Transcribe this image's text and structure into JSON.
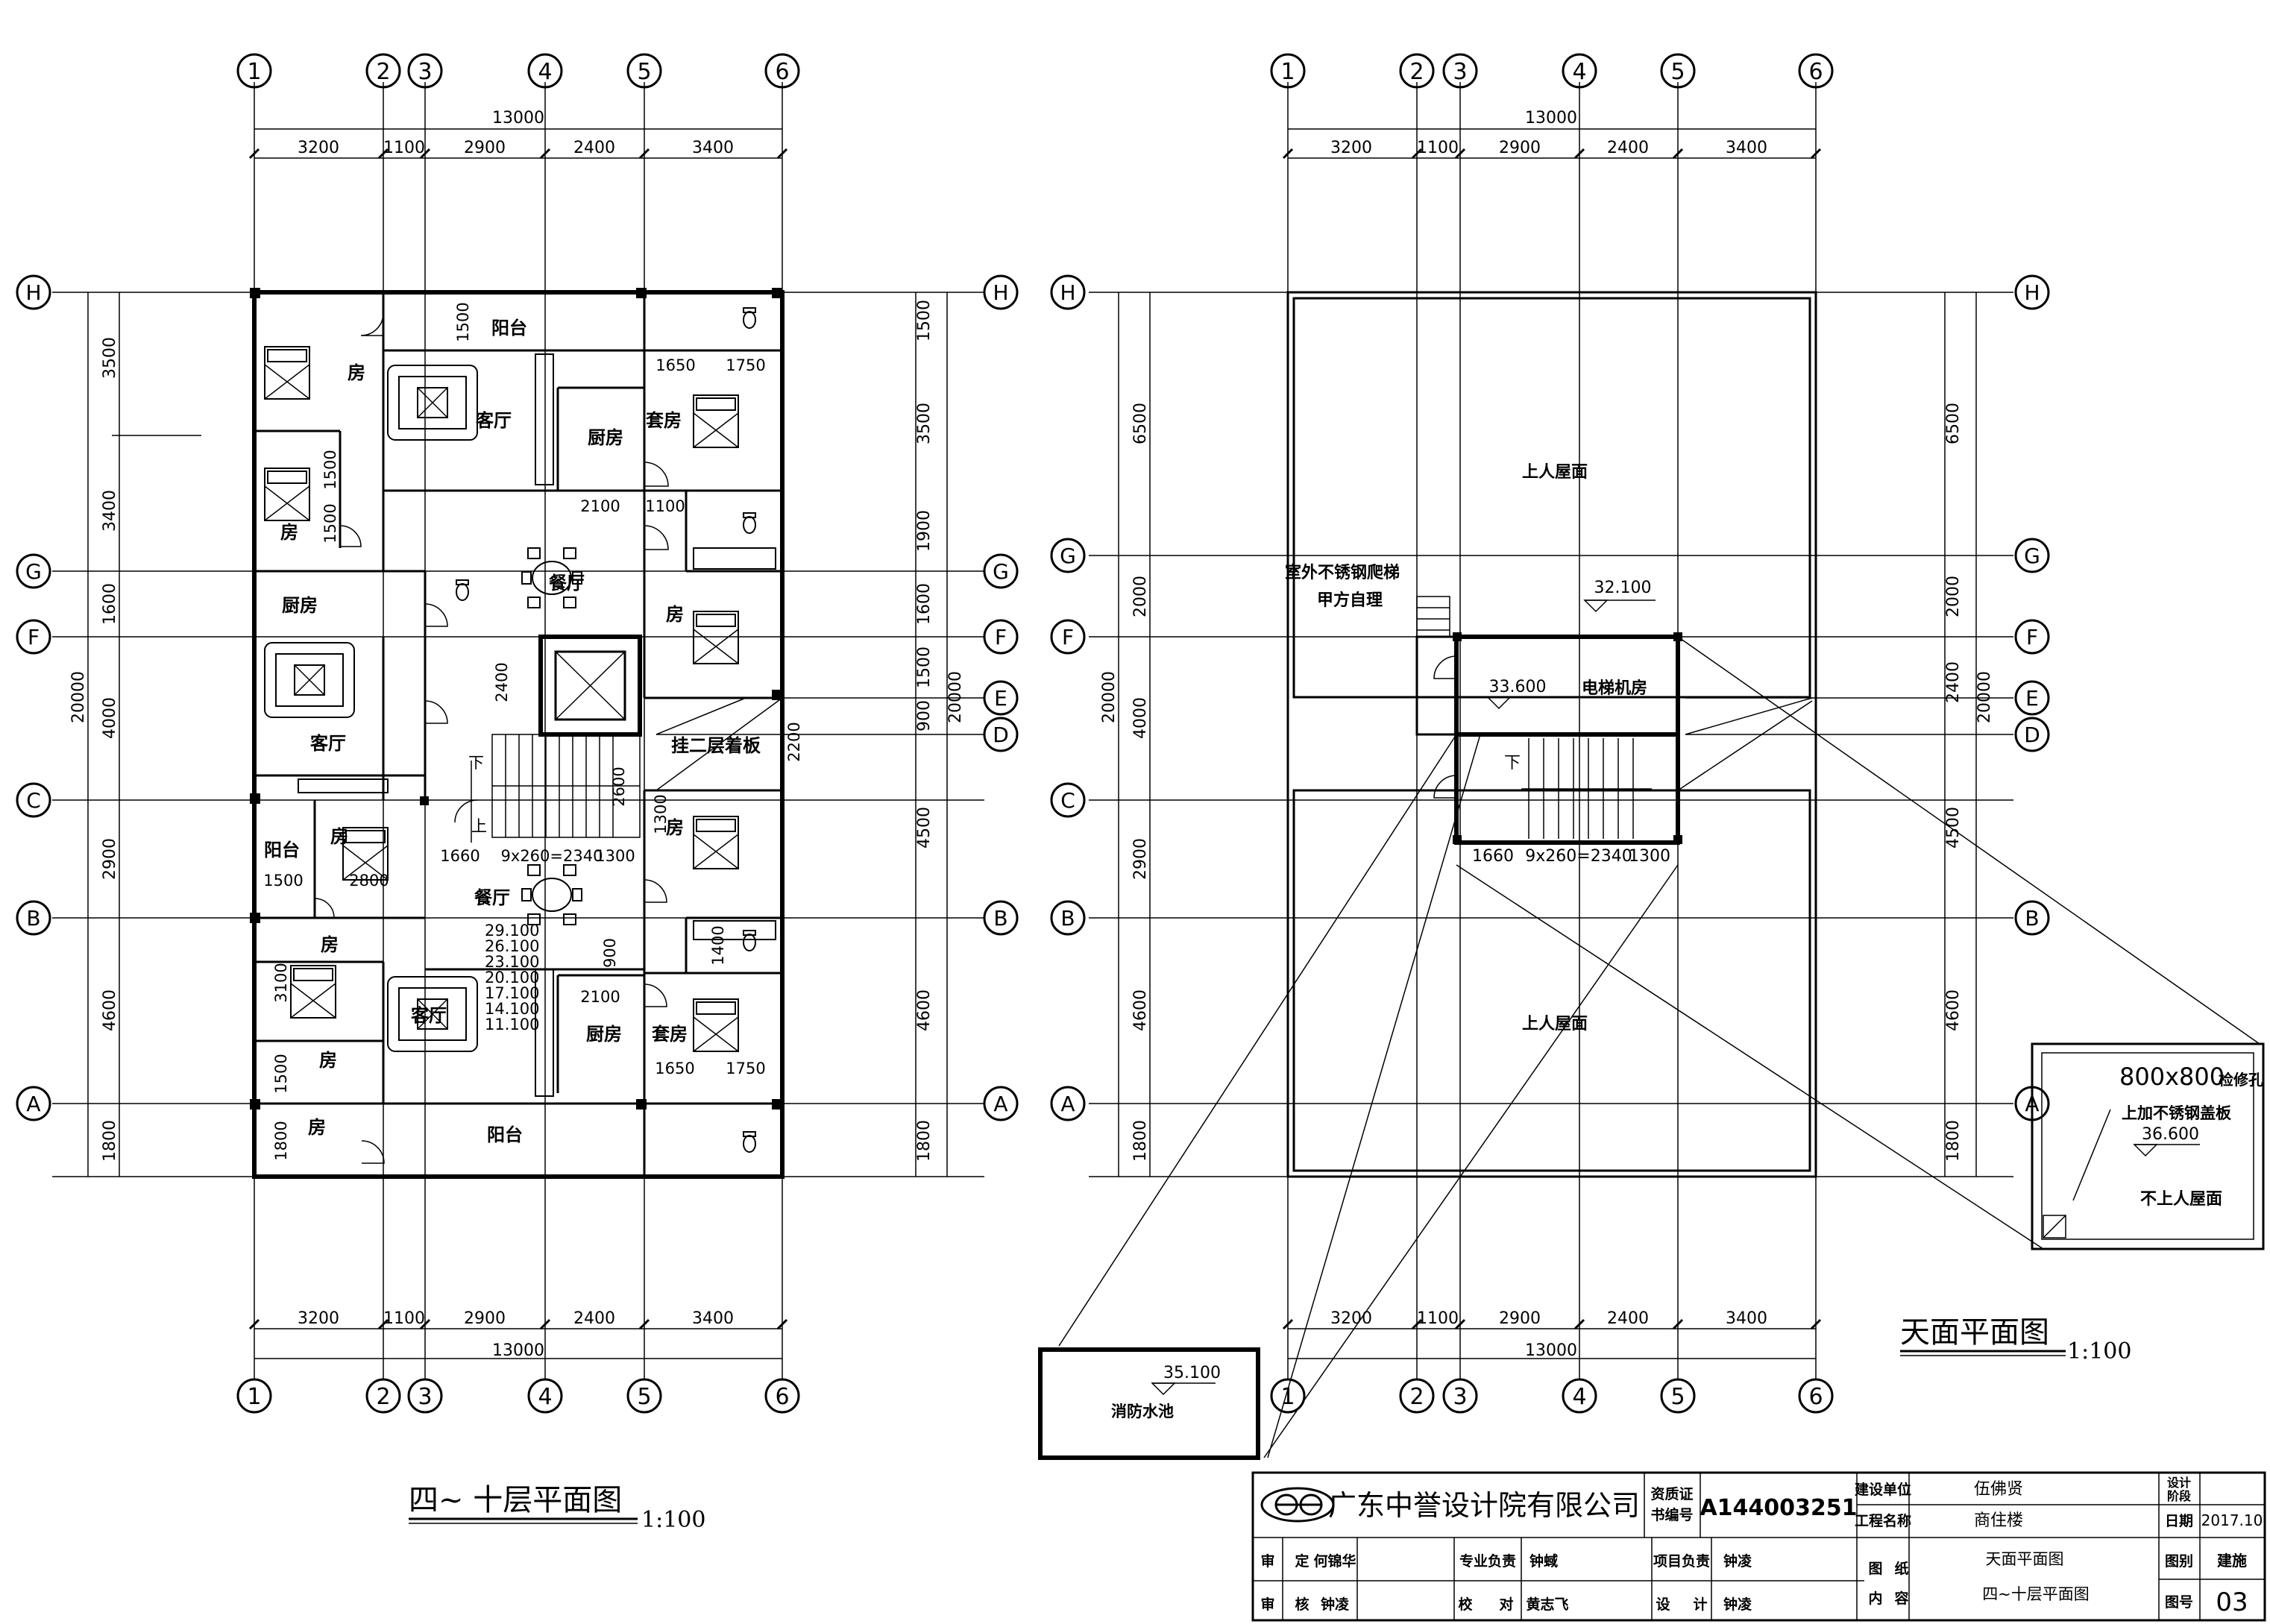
{
  "left_plan": {
    "title": "四~ 十层平面图",
    "scale": "1:100",
    "top_dims": [
      "3200",
      "1100",
      "2900",
      "2400",
      "3400"
    ],
    "total_width": "13000",
    "left_dims": [
      "3500",
      "3400",
      "1600",
      "4000",
      "2900",
      "4600",
      "1800"
    ],
    "right_dims": [
      "1500",
      "3500",
      "1900",
      "1600",
      "1500",
      "900",
      "4500",
      "4600",
      "1800"
    ],
    "total_height": "20000",
    "rooms": {
      "balcony_top": "阳台",
      "living_top": "客厅",
      "kitchen_top": "厨房",
      "suite_top": "套房",
      "room_tl": "房",
      "room_l2": "房",
      "kitchen_l": "厨房",
      "living_l": "客厅",
      "balcony_l": "阳台",
      "room_c": "房",
      "room_r1": "房",
      "room_r2": "房",
      "dining_top": "餐厅",
      "dining_bot": "餐厅",
      "living_bot": "客厅",
      "kitchen_bot": "厨房",
      "suite_bot": "套房",
      "room_bl": "房",
      "room_bl2": "房",
      "room_bll": "房",
      "balcony_bot": "阳台",
      "slab": "挂二层着板"
    },
    "inner_dims": [
      "1650",
      "1750",
      "2100",
      "1100",
      "2400",
      "2600",
      "2200",
      "1300",
      "1660",
      "9x260=2340",
      "1300",
      "1500",
      "2800",
      "900",
      "1400",
      "2100",
      "3100",
      "1500",
      "1650",
      "1750",
      "1500",
      "1800",
      "1500",
      "1500"
    ],
    "levels": [
      "29.100",
      "26.100",
      "23.100",
      "20.100",
      "17.100",
      "14.100",
      "11.100"
    ],
    "stair_down": "下",
    "stair_up": "上"
  },
  "right_plan": {
    "title": "天面平面图",
    "scale": "1:100",
    "top_dims": [
      "3200",
      "1100",
      "2900",
      "2400",
      "3400"
    ],
    "total_width": "13000",
    "left_dims": [
      "6500",
      "2000",
      "4000",
      "2900",
      "4600",
      "1800"
    ],
    "right_dims": [
      "6500",
      "2000",
      "2400",
      "4500",
      "4600",
      "1800"
    ],
    "total_height": "20000",
    "roof_top": "上人屋面",
    "roof_bot": "上人屋面",
    "ladder_note_1": "室外不锈钢爬梯",
    "ladder_note_2": "甲方自理",
    "level_roof": "32.100",
    "machine_room": "电梯机房",
    "level_machine": "33.600",
    "inner_dims": [
      "1660",
      "9x260=2340",
      "1300"
    ],
    "stair_down": "下"
  },
  "detail_box": {
    "hatch": "800x800",
    "hatch_suffix": "检修孔",
    "cover_note": "上加不锈钢盖板",
    "level": "36.600",
    "roof_note": "不上人屋面"
  },
  "tank_box": {
    "level": "35.100",
    "label": "消防水池"
  },
  "axes_cols": [
    "1",
    "2",
    "3",
    "4",
    "5",
    "6"
  ],
  "axes_rows": [
    "H",
    "G",
    "F",
    "E",
    "D",
    "C",
    "B",
    "A"
  ],
  "title_block": {
    "company": "广东中誉设计院有限公司",
    "cert_label_1": "资质证",
    "cert_label_2": "书编号",
    "cert_no": "A144003251",
    "client_label": "建设单位",
    "client": "伍佛贤",
    "project_label": "工程名称",
    "project": "商住楼",
    "date_label": "日期",
    "date": "2017.10",
    "stage_label_1": "设计",
    "stage_label_2": "阶段",
    "approve_label": "审",
    "approve_sub": "定",
    "approve_name": "何锦华",
    "check_label": "审",
    "check_sub": "核",
    "check_name": "钟凌",
    "major_label": "专业负责",
    "major_name": "钟蜮",
    "proof_label": "校",
    "proof_sub": "对",
    "proof_name": "黄志飞",
    "pm_label": "项目负责",
    "pm_name": "钟凌",
    "design_label": "设",
    "design_sub": "计",
    "design_name": "钟凌",
    "drawing_label_1": "图",
    "drawing_label_2": "纸",
    "content_label_1": "内",
    "content_label_2": "容",
    "content_1": "天面平面图",
    "content_2": "四~十层平面图",
    "discipline_label": "图别",
    "discipline": "建施",
    "sheet_label": "图号",
    "sheet": "03"
  }
}
